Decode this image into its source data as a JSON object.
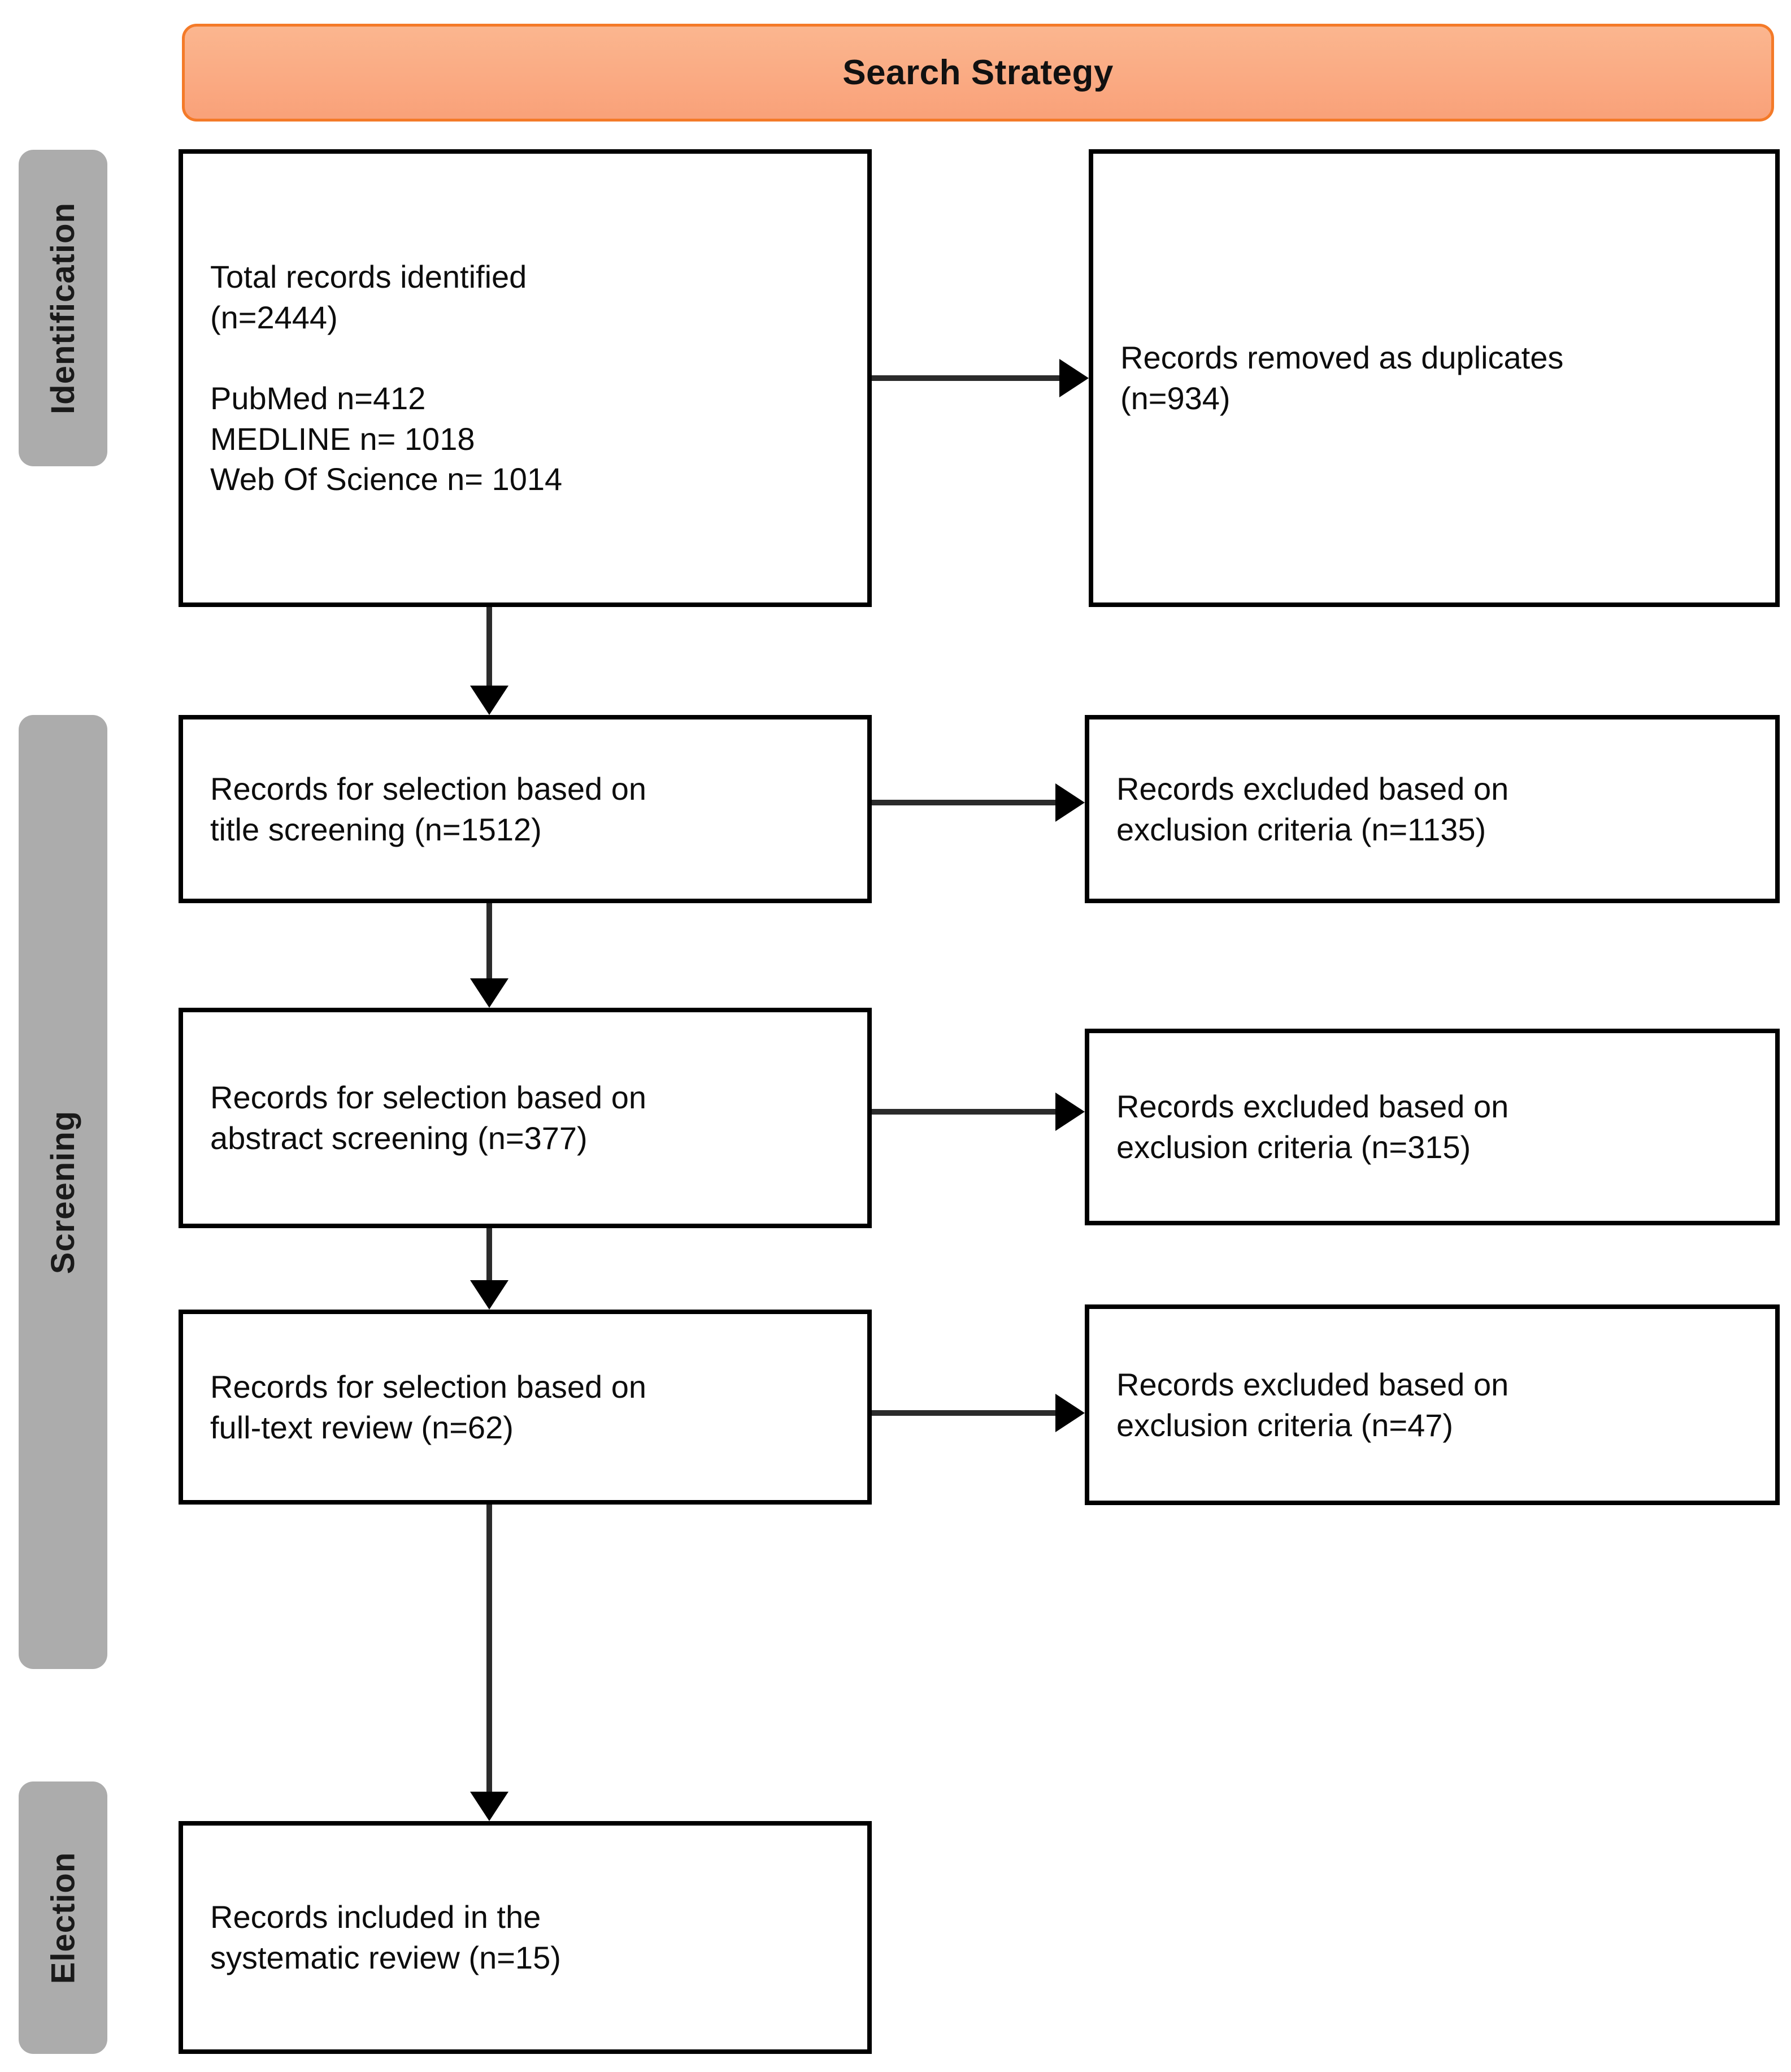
{
  "header": {
    "title": "Search Strategy",
    "fill_color": "#faa87f",
    "border_color": "#f47a28"
  },
  "stages": [
    {
      "id": "identification",
      "label": "Identification",
      "color": "#acacac"
    },
    {
      "id": "screening",
      "label": "Screening",
      "color": "#acacac"
    },
    {
      "id": "election",
      "label": "Election",
      "color": "#acacac"
    }
  ],
  "boxes": {
    "identified": {
      "text": "Total records identified\n(n=2444)\n\nPubMed n=412\nMEDLINE n= 1018\nWeb Of Science n= 1014"
    },
    "duplicates": {
      "text": "Records removed as duplicates\n(n=934)"
    },
    "title_screening": {
      "text": "Records for selection based on\ntitle screening (n=1512)"
    },
    "title_excluded": {
      "text": "Records excluded based on\nexclusion criteria (n=1135)"
    },
    "abstract_screening": {
      "text": "Records for selection based on\nabstract screening (n=377)"
    },
    "abstract_excluded": {
      "text": "Records excluded based on\nexclusion criteria (n=315)"
    },
    "fulltext_screening": {
      "text": "Records for selection based on\nfull-text review (n=62)"
    },
    "fulltext_excluded": {
      "text": "Records excluded based on\nexclusion criteria (n=47)"
    },
    "included": {
      "text": "Records included in the\nsystematic review (n=15)"
    }
  },
  "chart_data": {
    "type": "diagram",
    "title": "Search Strategy",
    "diagram_kind": "PRISMA flow diagram",
    "stages": [
      "Identification",
      "Screening",
      "Election"
    ],
    "nodes": [
      {
        "id": "identified",
        "stage": "Identification",
        "label": "Total records identified",
        "n": 2444,
        "sources": [
          {
            "name": "PubMed",
            "n": 412
          },
          {
            "name": "MEDLINE",
            "n": 1018
          },
          {
            "name": "Web Of Science",
            "n": 1014
          }
        ]
      },
      {
        "id": "duplicates",
        "stage": "Identification",
        "label": "Records removed as duplicates",
        "n": 934
      },
      {
        "id": "title_screening",
        "stage": "Screening",
        "label": "Records for selection based on title screening",
        "n": 1512
      },
      {
        "id": "title_excluded",
        "stage": "Screening",
        "label": "Records excluded based on exclusion criteria",
        "n": 1135
      },
      {
        "id": "abstract_screening",
        "stage": "Screening",
        "label": "Records for selection based on abstract screening",
        "n": 377
      },
      {
        "id": "abstract_excluded",
        "stage": "Screening",
        "label": "Records excluded based on exclusion criteria",
        "n": 315
      },
      {
        "id": "fulltext_screening",
        "stage": "Screening",
        "label": "Records for selection based on full-text review",
        "n": 62
      },
      {
        "id": "fulltext_excluded",
        "stage": "Screening",
        "label": "Records excluded based on exclusion criteria",
        "n": 47
      },
      {
        "id": "included",
        "stage": "Election",
        "label": "Records included in the systematic review",
        "n": 15
      }
    ],
    "edges": [
      {
        "from": "identified",
        "to": "duplicates",
        "direction": "right"
      },
      {
        "from": "identified",
        "to": "title_screening",
        "direction": "down"
      },
      {
        "from": "title_screening",
        "to": "title_excluded",
        "direction": "right"
      },
      {
        "from": "title_screening",
        "to": "abstract_screening",
        "direction": "down"
      },
      {
        "from": "abstract_screening",
        "to": "abstract_excluded",
        "direction": "right"
      },
      {
        "from": "abstract_screening",
        "to": "fulltext_screening",
        "direction": "down"
      },
      {
        "from": "fulltext_screening",
        "to": "fulltext_excluded",
        "direction": "right"
      },
      {
        "from": "fulltext_screening",
        "to": "included",
        "direction": "down"
      }
    ]
  }
}
